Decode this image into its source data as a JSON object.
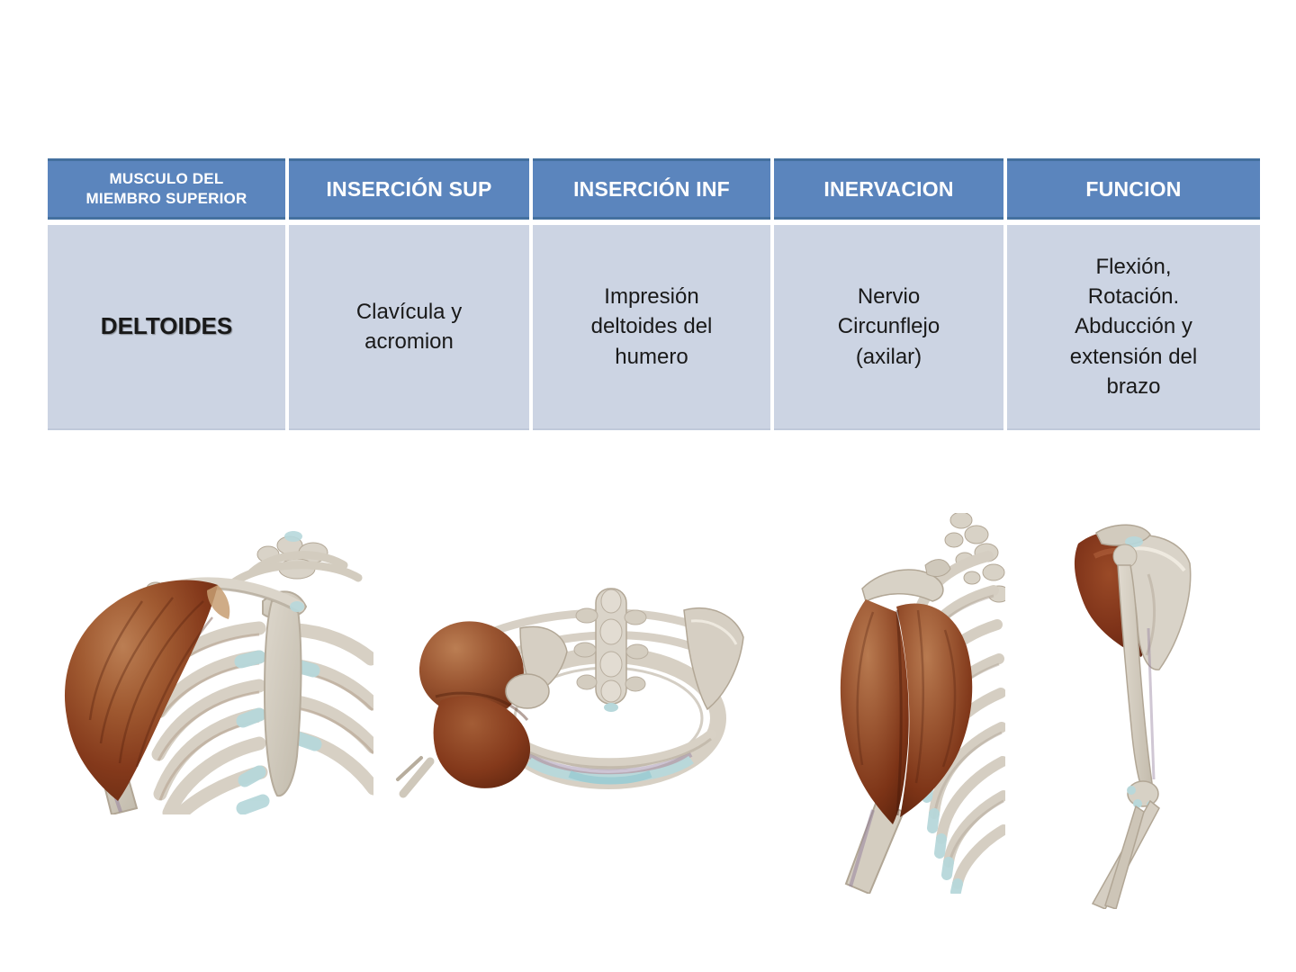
{
  "table": {
    "colors": {
      "header_bg": "#5b85bd",
      "header_border": "#44709f",
      "body_bg": "#ccd4e3",
      "header_text": "#ffffff",
      "body_text": "#191919"
    },
    "columns": [
      {
        "key": "muscle",
        "label": "MUSCULO DEL\nMIEMBRO SUPERIOR"
      },
      {
        "key": "insercion_sup",
        "label": "INSERCIÓN SUP"
      },
      {
        "key": "insercion_inf",
        "label": "INSERCIÓN INF"
      },
      {
        "key": "inervacion",
        "label": "INERVACION"
      },
      {
        "key": "funcion",
        "label": "FUNCION"
      }
    ],
    "rows": [
      {
        "muscle": "DELTOIDES",
        "insercion_sup": "Clavícula y\nacromion",
        "insercion_inf": "Impresión\ndeltoides del\nhumero",
        "inervacion": "Nervio\nCircunflejo\n(axilar)",
        "funcion": "Flexión,\nRotación.\nAbducción y\nextensión del\nbrazo"
      }
    ]
  },
  "figures": [
    {
      "name": "anterior-shoulder-view",
      "depicts": "deltoid muscle on right shoulder, front view with ribcage and sternum"
    },
    {
      "name": "superior-shoulder-view",
      "depicts": "deltoid muscle, top-down view of shoulder girdle and thoracic inlet"
    },
    {
      "name": "lateral-shoulder-view",
      "depicts": "deltoid muscle covering shoulder, side view with ribcage"
    },
    {
      "name": "posterior-arm-view",
      "depicts": "deltoid with isolated scapula, humerus and elbow, back view"
    }
  ],
  "figure_colors": {
    "muscle": "#8a4023",
    "muscle_dark": "#672b12",
    "bone": "#d6cfc3",
    "cartilage": "#b7d8db"
  }
}
